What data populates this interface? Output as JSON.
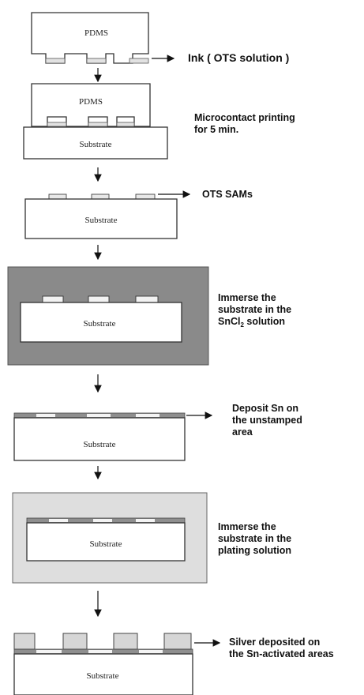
{
  "labels": {
    "pdms": "PDMS",
    "substrate": "Substrate"
  },
  "annotations": {
    "ink": "Ink ( OTS solution )",
    "microcontact_line1": "Microcontact printing",
    "microcontact_line2": "for 5 min.",
    "ots_sams": "OTS SAMs",
    "immerse1_line1": "Immerse the",
    "immerse1_line2": "substrate in the",
    "immerse1_line3_a": "SnCl",
    "immerse1_line3_sub": "2",
    "immerse1_line3_b": " solution",
    "deposit_line1": "Deposit Sn on",
    "deposit_line2": "the unstamped",
    "deposit_line3": "area",
    "immerse2_line1": "Immerse the",
    "immerse2_line2": "substrate in the",
    "immerse2_line3": "plating solution",
    "silver_line1": "Silver deposited on",
    "silver_line2": "the Sn-activated areas"
  },
  "colors": {
    "stroke": "#333333",
    "dark_bath": "#8a8a8a",
    "light_bath": "#dedede",
    "sn_layer": "#8f8f8f",
    "sam": "#e6e6e6",
    "silver": "#d6d6d6"
  }
}
